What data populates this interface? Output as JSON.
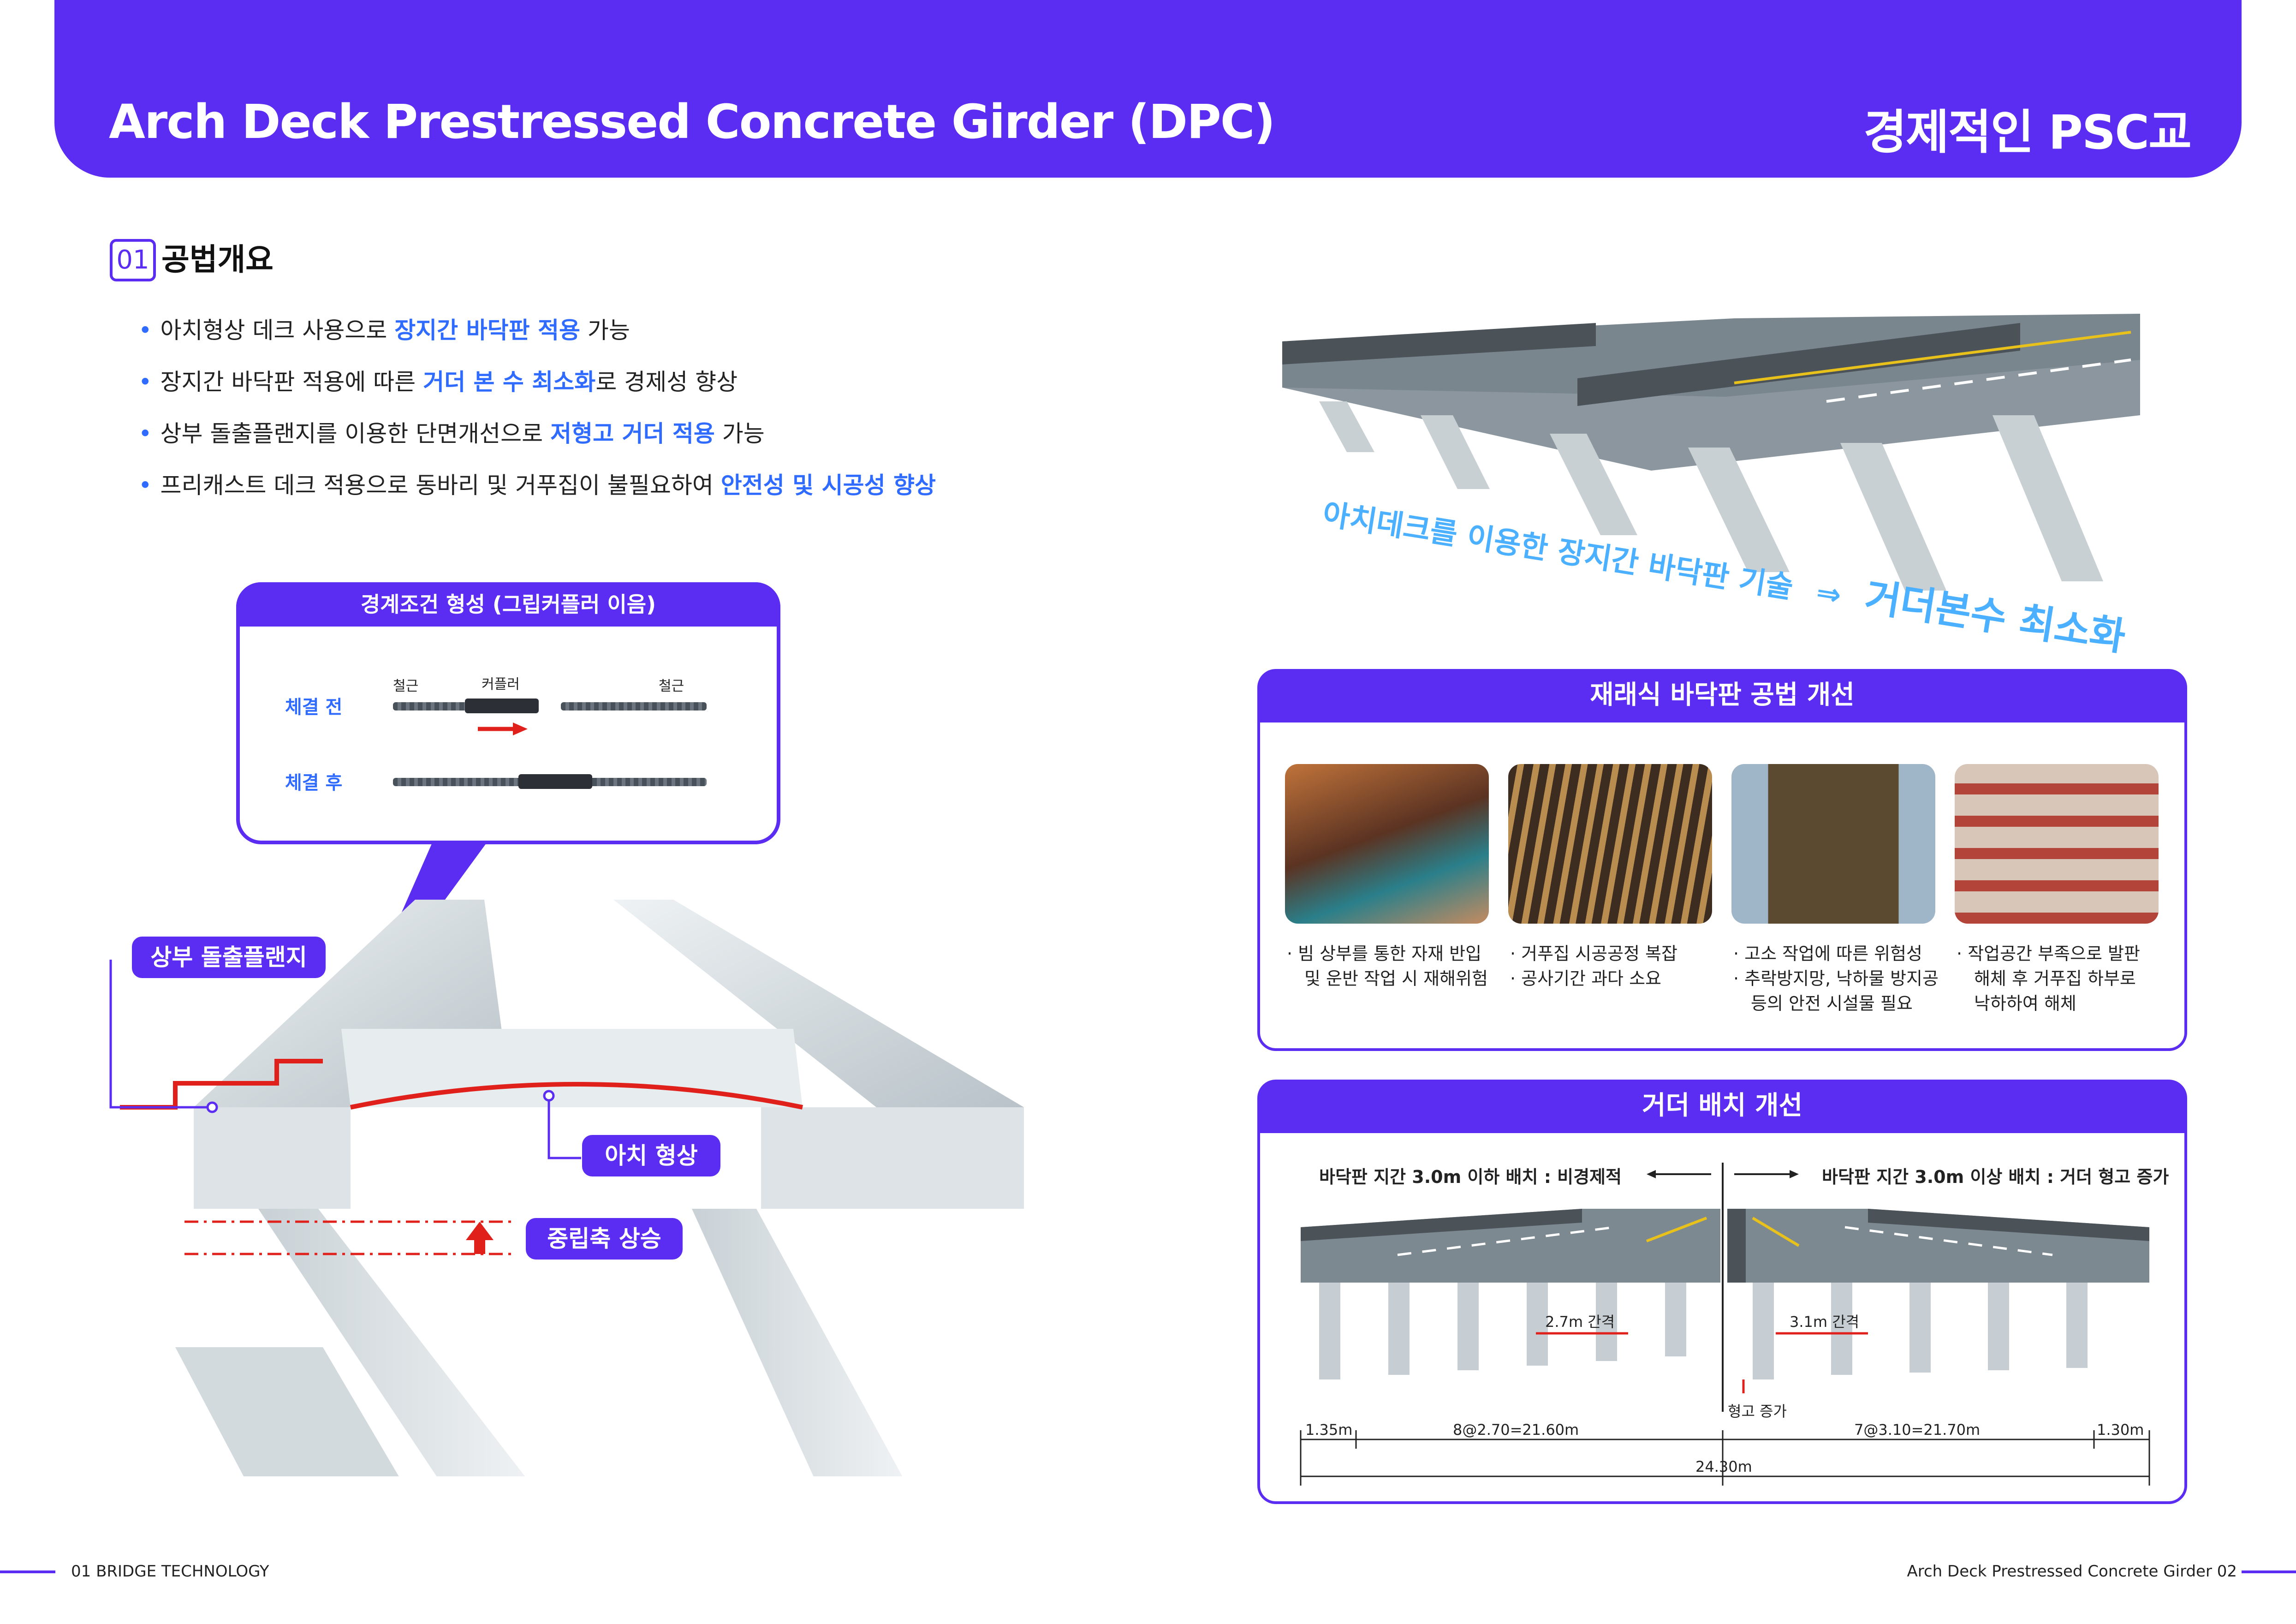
{
  "header": {
    "title": "Arch Deck Prestressed Concrete Girder (DPC)",
    "right_title": "경제적인 PSC교"
  },
  "section": {
    "number": "01",
    "title": "공법개요"
  },
  "bullets": [
    {
      "pre": "아치형상 데크 사용으로 ",
      "hl": "장지간 바닥판 적용",
      "post": " 가능"
    },
    {
      "pre": "장지간 바닥판 적용에 따른 ",
      "hl": "거더 본 수 최소화",
      "post": "로 경제성 향상"
    },
    {
      "pre": "상부 돌출플랜지를 이용한 단면개선으로 ",
      "hl": "저형고 거더 적용",
      "post": " 가능"
    },
    {
      "pre": "프리캐스트 데크 적용으로 동바리 및 거푸집이 불필요하여 ",
      "hl": "안전성 및 시공성 향상",
      "post": ""
    }
  ],
  "callout": {
    "title": "경계조건 형성 (그립커플러 이음)",
    "before_label": "체결 전",
    "after_label": "체결 후",
    "rebar_left": "철근",
    "coupler": "커플러",
    "rebar_right": "철근"
  },
  "girder_tags": {
    "top_flange": "상부 돌출플랜지",
    "arch": "아치 형상",
    "neutral": "중립축 상승"
  },
  "bridge_top": {
    "caption_a": "아치데크를 이용한 장지간 바닥판 기술",
    "arrow": "⇒",
    "caption_b": "거더본수 최소화"
  },
  "panel1": {
    "title": "재래식 바닥판 공법 개선",
    "captions": [
      [
        "빔 상부를 통한 자재 반입",
        "및 운반 작업 시 재해위험"
      ],
      [
        "거푸집 시공공정 복잡",
        "공사기간 과다 소요"
      ],
      [
        "고소 작업에 따른 위험성",
        "추락방지망, 낙하물 방지공",
        "등의 안전 시설물 필요"
      ],
      [
        "작업공간 부족으로 발판",
        "해체 후 거푸집 하부로",
        "낙하하여 해체"
      ]
    ]
  },
  "panel2": {
    "title": "거더 배치 개선",
    "left_note": "바닥판 지간 3.0m 이하 배치 : 비경제적",
    "right_note": "바닥판 지간 3.0m 이상 배치 : 거더 형고 증가",
    "spacing_left": "2.7m 간격",
    "spacing_right": "3.1m 간격",
    "height_increase": "형고 증가",
    "dims": [
      "1.35m",
      "8@2.70=21.60m",
      "7@3.10=21.70m",
      "1.30m"
    ],
    "total": "24.30m"
  },
  "footer": {
    "left": "01  BRIDGE TECHNOLOGY",
    "right": "Arch Deck Prestressed Concrete Girder  02"
  },
  "colors": {
    "accent": "#5b2df2",
    "highlight": "#2f6bff",
    "red": "#e0201b"
  }
}
